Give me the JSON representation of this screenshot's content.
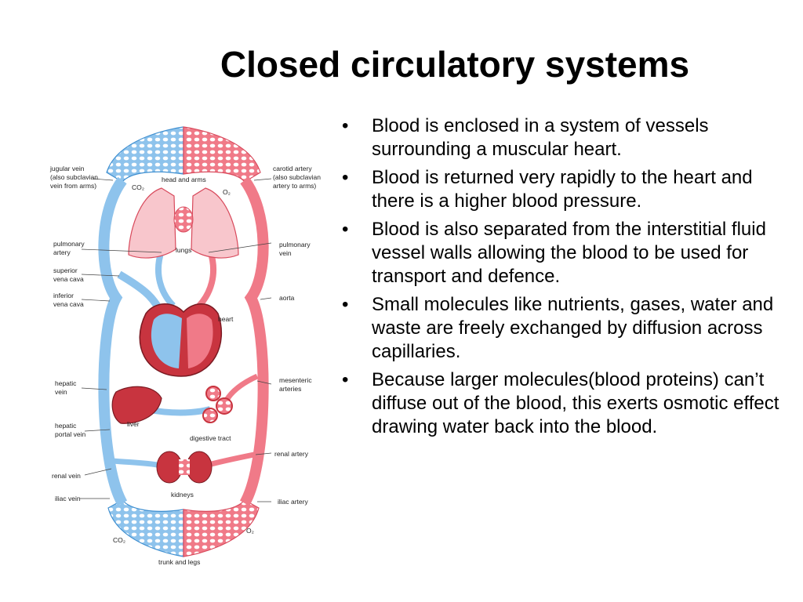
{
  "slide": {
    "title": "Closed circulatory systems",
    "bullets": [
      "Blood is enclosed in a system of vessels surrounding a muscular heart.",
      "Blood is returned very rapidly to the heart and there is a higher blood pressure.",
      "Blood is also separated from the interstitial fluid vessel walls allowing the blood to be used for transport and defence.",
      "Small molecules like nutrients, gases, water and waste are freely exchanged by diffusion across capillaries.",
      "Because larger molecules(blood proteins) can’t diffuse out of the blood, this exerts osmotic effect drawing water back into the blood."
    ],
    "bullet_glyph": "•"
  },
  "diagram": {
    "colors": {
      "oxygenated": "#f07a88",
      "deoxygenated": "#8ec3ec",
      "organ": "#c8343f"
    },
    "left_labels": {
      "jugular_vein": [
        "jugular vein",
        "(also subclavian",
        "vein from arms)"
      ],
      "pulmonary_artery": [
        "pulmonary",
        "artery"
      ],
      "superior_vena_cava": [
        "superior",
        "vena cava"
      ],
      "inferior_vena_cava": [
        "inferior",
        "vena cava"
      ],
      "hepatic_vein": [
        "hepatic",
        "vein"
      ],
      "hepatic_portal_vein": [
        "hepatic",
        "portal vein"
      ],
      "renal_vein": "renal vein",
      "iliac_vein": "iliac vein"
    },
    "right_labels": {
      "carotid_artery": [
        "carotid artery",
        "(also subclavian",
        "artery to arms)"
      ],
      "pulmonary_vein": [
        "pulmonary",
        "vein"
      ],
      "aorta": "aorta",
      "mesenteric_arteries": [
        "mesenteric",
        "arteries"
      ],
      "renal_artery": "renal artery",
      "iliac_artery": "iliac artery"
    },
    "inner_labels": {
      "head_and_arms": "head and arms",
      "co2": "CO₂",
      "o2": "O₂",
      "lungs": "lungs",
      "heart": "heart",
      "liver": "liver",
      "digestive_tract": "digestive tract",
      "kidneys": "kidneys",
      "trunk_and_legs": "trunk and legs"
    }
  }
}
